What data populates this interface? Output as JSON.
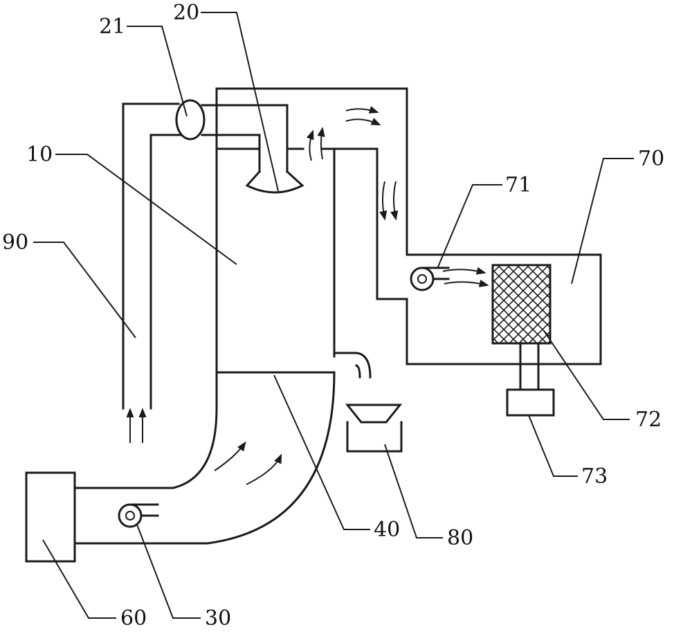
{
  "labels": {
    "l10": "10",
    "l20": "20",
    "l21": "21",
    "l30": "30",
    "l40": "40",
    "l60": "60",
    "l70": "70",
    "l71": "71",
    "l72": "72",
    "l73": "73",
    "l80": "80",
    "l90": "90"
  },
  "colors": {
    "line": "#1a1a1a",
    "background": "#ffffff"
  }
}
